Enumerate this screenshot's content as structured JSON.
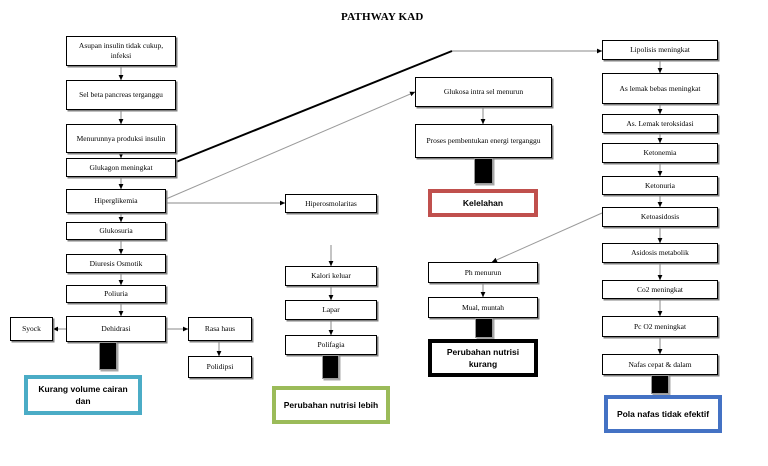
{
  "diagram": {
    "title": "PATHWAY KAD",
    "type": "flowchart",
    "nodes": {
      "asupan": "Asupan insulin tidak cukup, infeksi",
      "sel_beta": "Sel beta pancreas terganggu",
      "menurunnya": "Menurunnya produksi insulin",
      "glukagon": "Glukagon meningkat",
      "hiperglikemia": "Hiperglikemia",
      "glukosuria": "Glukosuria",
      "diuresis": "Diuresis Osmotik",
      "poliuria": "Poliuria",
      "dehidrasi": "Dehidrasi",
      "syock": "Syock",
      "rasa_haus": "Rasa haus",
      "polidipsi": "Polidipsi",
      "hiperosmolaritas": "Hiperosmolaritas",
      "kalori_keluar": "Kalori keluar",
      "lapar": "Lapar",
      "polifagia": "Polifagia",
      "glukosa_intrasel": "Glukosa intra sel menurun",
      "proses_energi": "Proses pembentukan energi terganggu",
      "ph_menurun": "Ph menurun",
      "mual_muntah": "Mual, muntah",
      "lipolisis": "Lipolisis meningkat",
      "as_lemak_bebas": "As lemak bebas meningkat",
      "as_lemak_teroksidasi": "As. Lemak teroksidasi",
      "ketonemia": "Ketonemia",
      "ketonuria": "Ketonuria",
      "ketoasidosis": "Ketoasidosis",
      "asidosis": "Asidosis metabolik",
      "co2": "Co2 meningkat",
      "pco2": "Pc O2 meningkat",
      "nafas_cepat": "Nafas cepat & dalam"
    },
    "outcomes": {
      "kurang_volume": "Kurang volume cairan dan",
      "nutrisi_lebih": "Perubahan nutrisi lebih",
      "kelelahan": "Kelelahan",
      "nutrisi_kurang": "Perubahan nutrisi kurang",
      "pola_nafas": "Pola nafas tidak efektif"
    },
    "colors": {
      "teal": "#4BACC6",
      "green": "#9BBB59",
      "red": "#C0504D",
      "black": "#000000",
      "blue": "#4472C4",
      "node_border": "#000000",
      "node_shadow": "#808080",
      "connector": "#7f7f7f",
      "connector_thick": "#000000"
    }
  }
}
